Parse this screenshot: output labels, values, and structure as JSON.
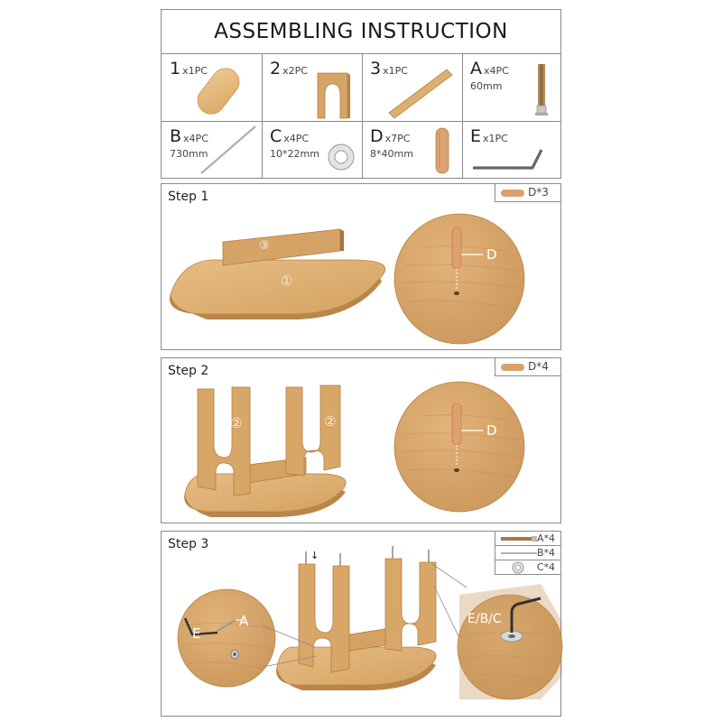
{
  "header": {
    "title": "ASSEMBLING INSTRUCTION"
  },
  "parts": [
    {
      "id": "1",
      "qty": "x1PC",
      "dim": ""
    },
    {
      "id": "2",
      "qty": "x2PC",
      "dim": ""
    },
    {
      "id": "3",
      "qty": "x1PC",
      "dim": ""
    },
    {
      "id": "A",
      "qty": "x4PC",
      "dim": "60mm"
    },
    {
      "id": "B",
      "qty": "x4PC",
      "dim": "730mm"
    },
    {
      "id": "C",
      "qty": "x4PC",
      "dim": "10*22mm"
    },
    {
      "id": "D",
      "qty": "x7PC",
      "dim": "8*40mm"
    },
    {
      "id": "E",
      "qty": "x1PC",
      "dim": ""
    }
  ],
  "steps": [
    {
      "title": "Step 1",
      "badge": "D*3",
      "callout": "D",
      "markers": [
        "③",
        "①"
      ]
    },
    {
      "title": "Step 2",
      "badge": "D*4",
      "callout": "D",
      "markers": [
        "②",
        "②"
      ]
    },
    {
      "title": "Step 3",
      "legend": [
        "A*4",
        "B*4",
        "C*4"
      ],
      "callouts": [
        "E",
        "A",
        "E/B/C"
      ],
      "arrow": "↓"
    }
  ],
  "colors": {
    "wood_light": "#e2b57c",
    "wood_mid": "#cf9a5b",
    "wood_dark": "#a8733a",
    "border": "#8a8a8a"
  }
}
